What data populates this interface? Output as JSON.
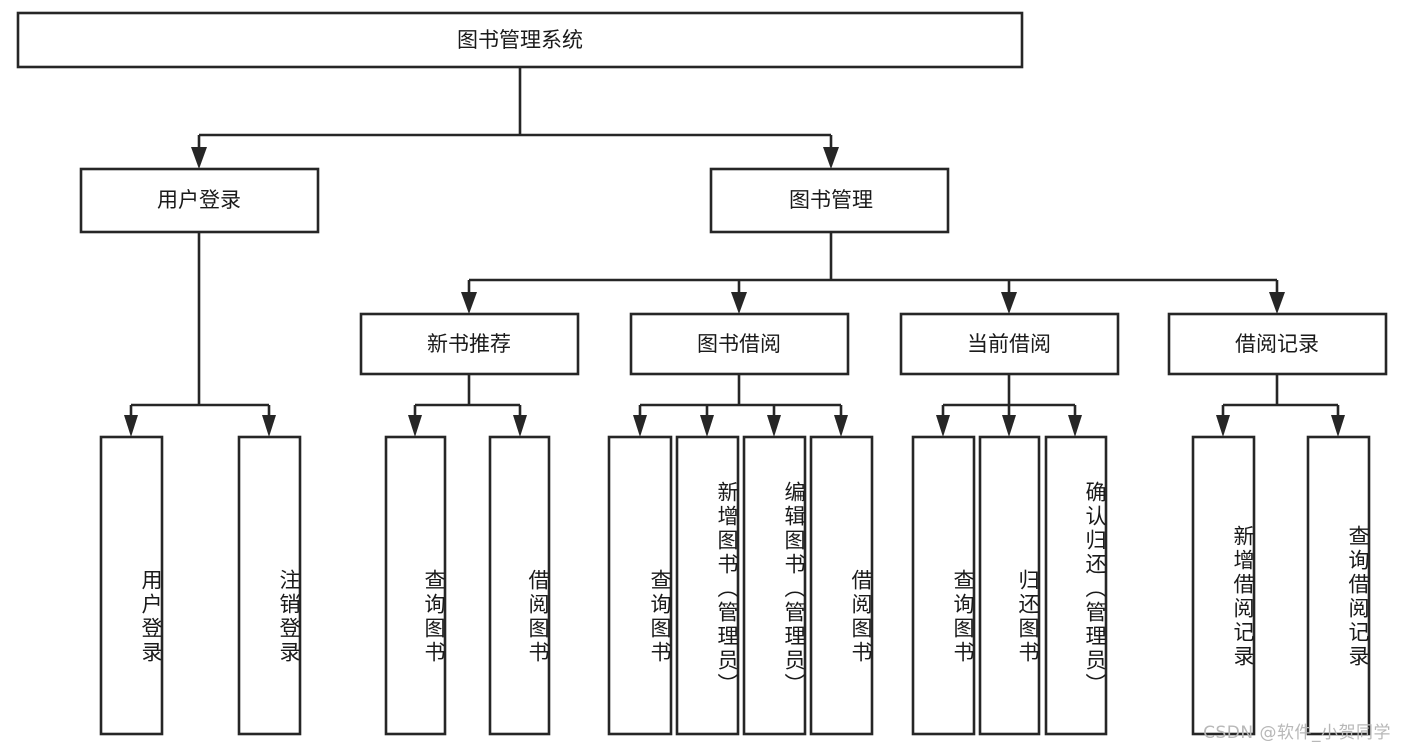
{
  "diagram": {
    "title": "图书管理系统",
    "type": "tree-hierarchy",
    "orientation": "top-down",
    "colors": {
      "node_fill": "#ffffff",
      "node_stroke": "#262626",
      "edge": "#262626",
      "text": "#1a1a1a",
      "watermark": "#b8b8b8"
    },
    "root": {
      "label": "图书管理系统"
    },
    "level2": [
      {
        "id": "user-login",
        "label": "用户登录"
      },
      {
        "id": "book-manage",
        "label": "图书管理"
      }
    ],
    "level3": [
      {
        "id": "new-book-recommend",
        "label": "新书推荐"
      },
      {
        "id": "book-borrow",
        "label": "图书借阅"
      },
      {
        "id": "current-borrow",
        "label": "当前借阅"
      },
      {
        "id": "borrow-record",
        "label": "借阅记录"
      }
    ],
    "leaves": [
      {
        "id": "leaf-user-login",
        "label": "用户登录",
        "parent": "user-login"
      },
      {
        "id": "leaf-user-logout",
        "label": "注销登录",
        "parent": "user-login"
      },
      {
        "id": "leaf-query-book-1",
        "label": "查询图书",
        "parent": "new-book-recommend"
      },
      {
        "id": "leaf-borrow-book-1",
        "label": "借阅图书",
        "parent": "new-book-recommend"
      },
      {
        "id": "leaf-query-book-2",
        "label": "查询图书",
        "parent": "book-borrow"
      },
      {
        "id": "leaf-add-book",
        "label": "新增图书（管理员）",
        "parent": "book-borrow"
      },
      {
        "id": "leaf-edit-book",
        "label": "编辑图书（管理员）",
        "parent": "book-borrow"
      },
      {
        "id": "leaf-borrow-book-2",
        "label": "借阅图书",
        "parent": "book-borrow"
      },
      {
        "id": "leaf-query-book-3",
        "label": "查询图书",
        "parent": "current-borrow"
      },
      {
        "id": "leaf-return-book",
        "label": "归还图书",
        "parent": "current-borrow"
      },
      {
        "id": "leaf-confirm-return",
        "label": "确认归还（管理员）",
        "parent": "current-borrow"
      },
      {
        "id": "leaf-add-record",
        "label": "新增借阅记录",
        "parent": "borrow-record"
      },
      {
        "id": "leaf-query-record",
        "label": "查询借阅记录",
        "parent": "borrow-record"
      }
    ],
    "watermark": "CSDN @软件_小贺同学"
  }
}
